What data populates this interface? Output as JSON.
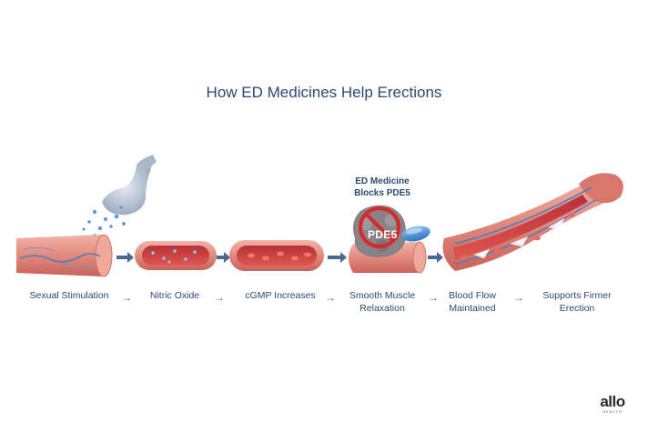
{
  "title": "How ED Medicines Help Erections",
  "callout": {
    "line1": "ED Medicine",
    "line2": "Blocks PDE5"
  },
  "pde5_label": "PDE5",
  "steps": [
    {
      "line1": "Sexual Stimulation",
      "line2": ""
    },
    {
      "line1": "Nitric Oxide",
      "line2": ""
    },
    {
      "line1": "cGMP Increases",
      "line2": ""
    },
    {
      "line1": "Smooth Muscle",
      "line2": "Relaxation"
    },
    {
      "line1": "Blood Flow",
      "line2": "Maintained"
    },
    {
      "line1": "Supports Firmer",
      "line2": "Erection"
    }
  ],
  "logo": {
    "name": "allo",
    "sub": "HEALTH"
  },
  "colors": {
    "title": "#2c4a73",
    "arrow": "#4a6a93",
    "tissue": "#e8978a",
    "tissue_dark": "#c65c55",
    "blood": "#c41f2a",
    "nerve": "#4a7fc0",
    "pill": "#4a8fd8",
    "prohibit": "#d62a2a"
  }
}
